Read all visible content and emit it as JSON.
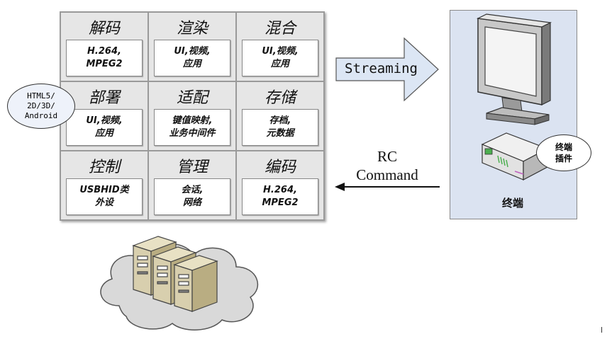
{
  "grid": {
    "cells": [
      {
        "title": "解码",
        "content": "H.264,\nMPEG2"
      },
      {
        "title": "渲染",
        "content": "UI,视频,\n应用"
      },
      {
        "title": "混合",
        "content": "UI,视频,\n应用"
      },
      {
        "title": "部署",
        "content": "UI,视频,\n应用"
      },
      {
        "title": "适配",
        "content": "键值映射,\n业务中间件"
      },
      {
        "title": "存储",
        "content": "存档,\n元数据"
      },
      {
        "title": "控制",
        "content": "USBHID类\n外设"
      },
      {
        "title": "管理",
        "content": "会话,\n网络"
      },
      {
        "title": "编码",
        "content": "H.264,\nMPEG2"
      }
    ]
  },
  "platform_bubble": "HTML5/\n2D/3D/\nAndroid",
  "streaming_label": "Streaming",
  "rc_label": "RC\nCommand",
  "terminal": {
    "label": "终端",
    "plugin_bubble": "终端\n插件"
  },
  "colors": {
    "grid_bg": "#e6e6e6",
    "terminal_panel": "#dbe3f1",
    "arrow_fill": "#dce6f4",
    "server_fill": "#d8cfae",
    "cloud_fill": "#d9d9d9"
  }
}
